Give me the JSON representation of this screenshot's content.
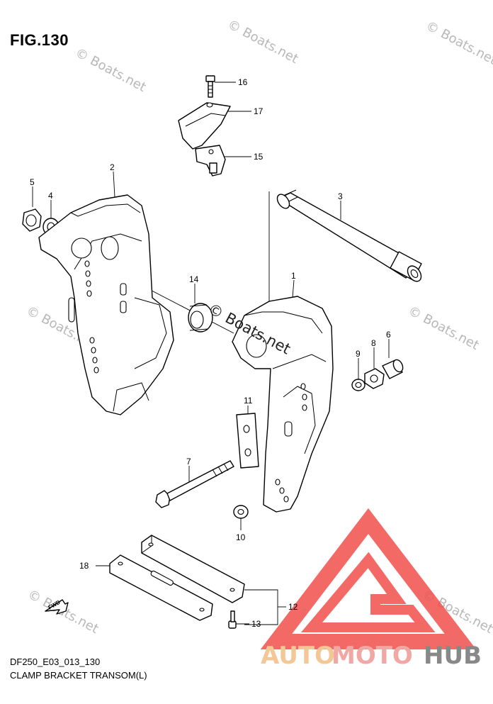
{
  "figure": {
    "title": "FIG.130",
    "code": "DF250_E03_013_130",
    "name": "CLAMP BRACKET TRANSOM(L)"
  },
  "watermarks": {
    "light": "© Boats.net",
    "center": "© Boats.net"
  },
  "logo": {
    "part1": "AUTO",
    "part2": "MOTO",
    "part3": "HUB",
    "colors": {
      "auto": "#f3c896",
      "moto": "#f1a8a4",
      "hub": "#888888",
      "triangle": "#f0504c"
    }
  },
  "fwd_label": "FWD",
  "callouts": {
    "c1": "1",
    "c2": "2",
    "c3": "3",
    "c4": "4",
    "c5": "5",
    "c6": "6",
    "c7": "7",
    "c8": "8",
    "c9": "9",
    "c10": "10",
    "c11": "11",
    "c12": "12",
    "c13": "13",
    "c14": "14",
    "c15": "15",
    "c16": "16",
    "c17": "17",
    "c18": "18"
  }
}
